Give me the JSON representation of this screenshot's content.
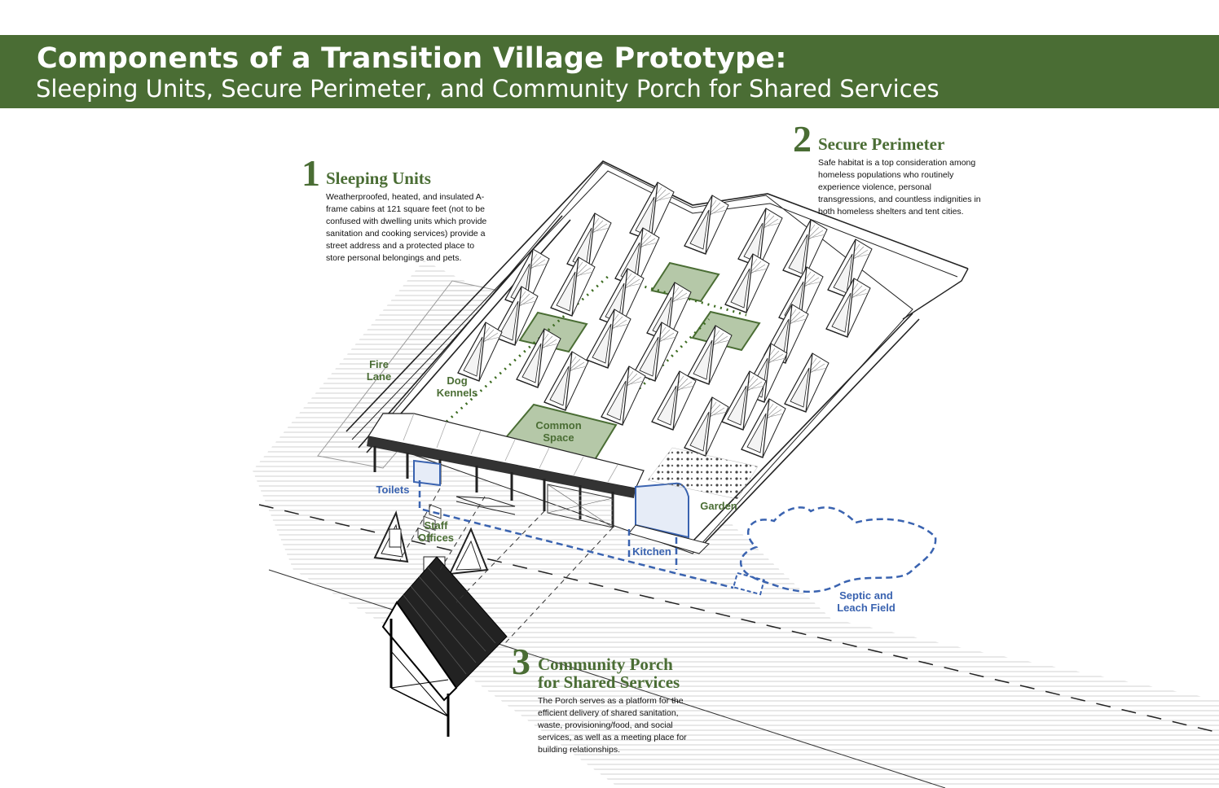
{
  "title": "Components of a Transition Village Prototype:",
  "subtitle": "Sleeping Units, Secure Perimeter, and Community Porch for Shared Services",
  "sections": [
    {
      "number": "1",
      "heading": "Sleeping Units",
      "body": "Weatherproofed, heated, and insulated A-frame cabins at 121 square feet (not to be confused with dwelling units which provide sanitation and cooking services) provide a street address and a protected place to store personal belongings and pets."
    },
    {
      "number": "2",
      "heading": "Secure Perimeter",
      "body": "Safe habitat is a top consideration among homeless populations who routinely experience violence, personal transgressions, and countless indignities in both homeless shelters and tent cities."
    },
    {
      "number": "3",
      "heading_line1": "Community Porch",
      "heading_line2": "for Shared Services",
      "body": "The Porch serves as a platform for the efficient delivery of shared sanitation, waste, provisioning/food, and social services, as well as a meeting place for building relationships."
    }
  ],
  "labels": {
    "fire_lane_1": "Fire",
    "fire_lane_2": "Lane",
    "dog_kennels_1": "Dog",
    "dog_kennels_2": "Kennels",
    "common_space_1": "Common",
    "common_space_2": "Space",
    "toilets": "Toilets",
    "staff_offices_1": "Staff",
    "staff_offices_2": "Offices",
    "kitchen": "Kitchen",
    "garden": "Garden",
    "septic_1": "Septic and",
    "septic_2": "Leach Field"
  },
  "colors": {
    "banner": "#4a6d34",
    "label_green": "#4a6d34",
    "label_blue": "#3a63b0",
    "green_fill": "#b5c8a8"
  }
}
